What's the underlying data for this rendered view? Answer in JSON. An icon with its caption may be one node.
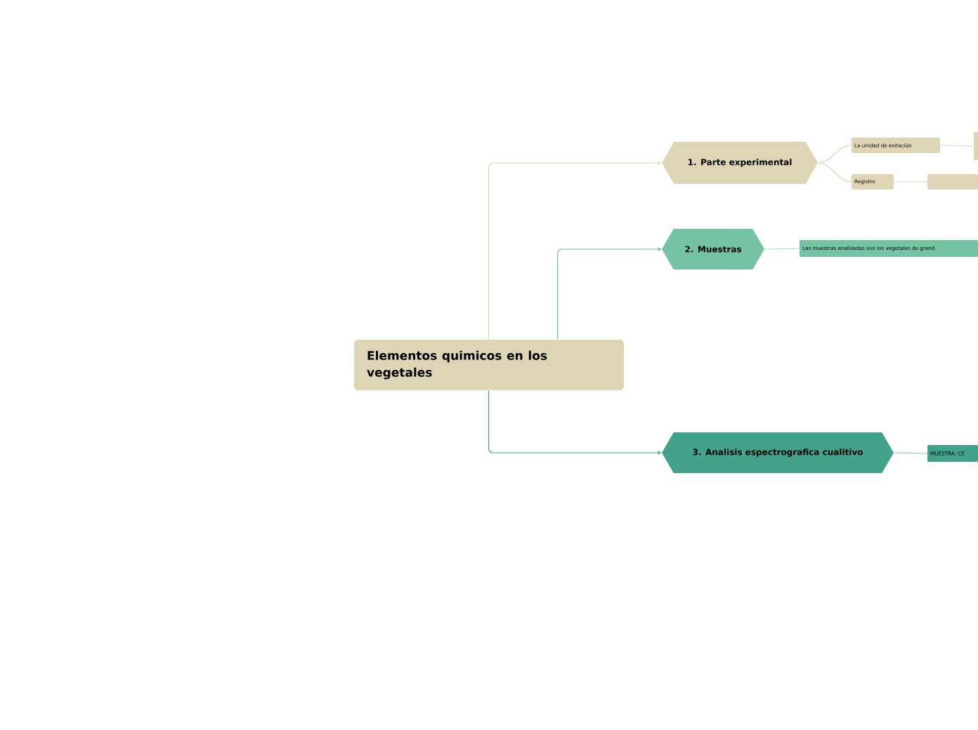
{
  "diagram": {
    "nodes": [
      {
        "text": [
          "Elementos quimicos en los vegetales"
        ]
      },
      {
        "text": [
          "1. Parte experimental"
        ]
      },
      {
        "text": [
          "2. Muestras"
        ]
      },
      {
        "text": [
          "3. Analisis espectrografica cualitivo"
        ]
      },
      {
        "text": [
          "La unidad de exitación"
        ]
      },
      {
        "text": [],
        "shape": "box"
      },
      {
        "text": [
          "Registro"
        ]
      },
      {
        "text": [],
        "shape": "box"
      },
      {
        "text": [
          "Las muestras analizadas son los vegetales de grand"
        ]
      },
      {
        "text": [
          "MUESTRA: CE"
        ]
      }
    ],
    "edges": [
      {
        "from": 0,
        "to": 1,
        "arrow": "to",
        "color": "#ddd5b5"
      },
      {
        "from": 0,
        "to": 2,
        "arrow": "to",
        "color": "#6fbf9f"
      },
      {
        "from": 0,
        "to": 3,
        "arrow": "to",
        "color": "#42a38a"
      },
      {
        "from": 1,
        "to": 4,
        "arrow": "none",
        "color": "#ddd5b5"
      },
      {
        "from": 1,
        "to": 6,
        "arrow": "none",
        "color": "#ddd5b5"
      },
      {
        "from": 4,
        "to": 5,
        "arrow": "none",
        "color": "#ddd5b5"
      },
      {
        "from": 6,
        "to": 7,
        "arrow": "none",
        "color": "#ddd5b5"
      },
      {
        "from": 2,
        "to": 8,
        "arrow": "none",
        "color": "#a6dcc6"
      },
      {
        "from": 3,
        "to": 9,
        "arrow": "none",
        "color": "#7fc7b3"
      }
    ]
  }
}
